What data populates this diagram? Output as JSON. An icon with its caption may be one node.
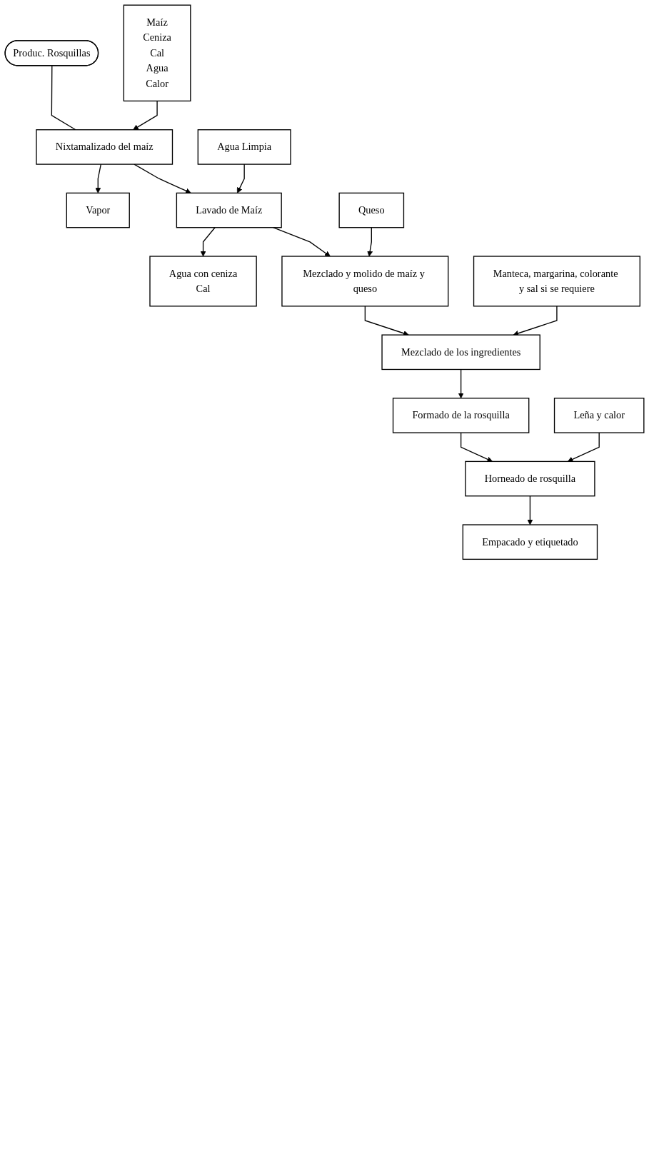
{
  "diagram": {
    "nodes": [
      {
        "text": [
          "Produc. Rosquillas"
        ]
      },
      {
        "text": [
          "Maíz",
          "Ceniza",
          "Cal",
          "Agua",
          "Calor"
        ]
      },
      {
        "text": [
          "Nixtamalizado del maíz"
        ]
      },
      {
        "text": [
          "Vapor"
        ]
      },
      {
        "text": [
          "Agua Limpia"
        ]
      },
      {
        "text": [
          "Lavado de Maíz"
        ]
      },
      {
        "text": [
          "Agua con ceniza",
          "Cal"
        ]
      },
      {
        "text": [
          "Queso"
        ]
      },
      {
        "text": [
          "Mezclado y molido de maíz y queso"
        ]
      },
      {
        "text": [
          "Manteca, margarina, colorante y sal si se requiere"
        ]
      },
      {
        "text": [
          "Mezclado de los ingredientes"
        ]
      },
      {
        "text": [
          "Formado de la rosquilla"
        ]
      },
      {
        "text": [
          "Leña y calor"
        ]
      },
      {
        "text": [
          "Horneado de rosquilla"
        ]
      },
      {
        "text": [
          "Empacado y etiquetado"
        ]
      }
    ],
    "edges": [
      {
        "from": 0,
        "to": 2,
        "arrow": "none"
      },
      {
        "from": 1,
        "to": 2,
        "arrow": "to"
      },
      {
        "from": 2,
        "to": 3,
        "arrow": "to"
      },
      {
        "from": 2,
        "to": 5,
        "arrow": "to"
      },
      {
        "from": 4,
        "to": 5,
        "arrow": "to"
      },
      {
        "from": 5,
        "to": 6,
        "arrow": "to"
      },
      {
        "from": 5,
        "to": 8,
        "arrow": "to"
      },
      {
        "from": 7,
        "to": 8,
        "arrow": "to"
      },
      {
        "from": 8,
        "to": 10,
        "arrow": "to"
      },
      {
        "from": 9,
        "to": 10,
        "arrow": "to"
      },
      {
        "from": 10,
        "to": 11,
        "arrow": "to"
      },
      {
        "from": 11,
        "to": 13,
        "arrow": "to"
      },
      {
        "from": 12,
        "to": 13,
        "arrow": "to"
      },
      {
        "from": 13,
        "to": 14,
        "arrow": "to"
      }
    ]
  }
}
